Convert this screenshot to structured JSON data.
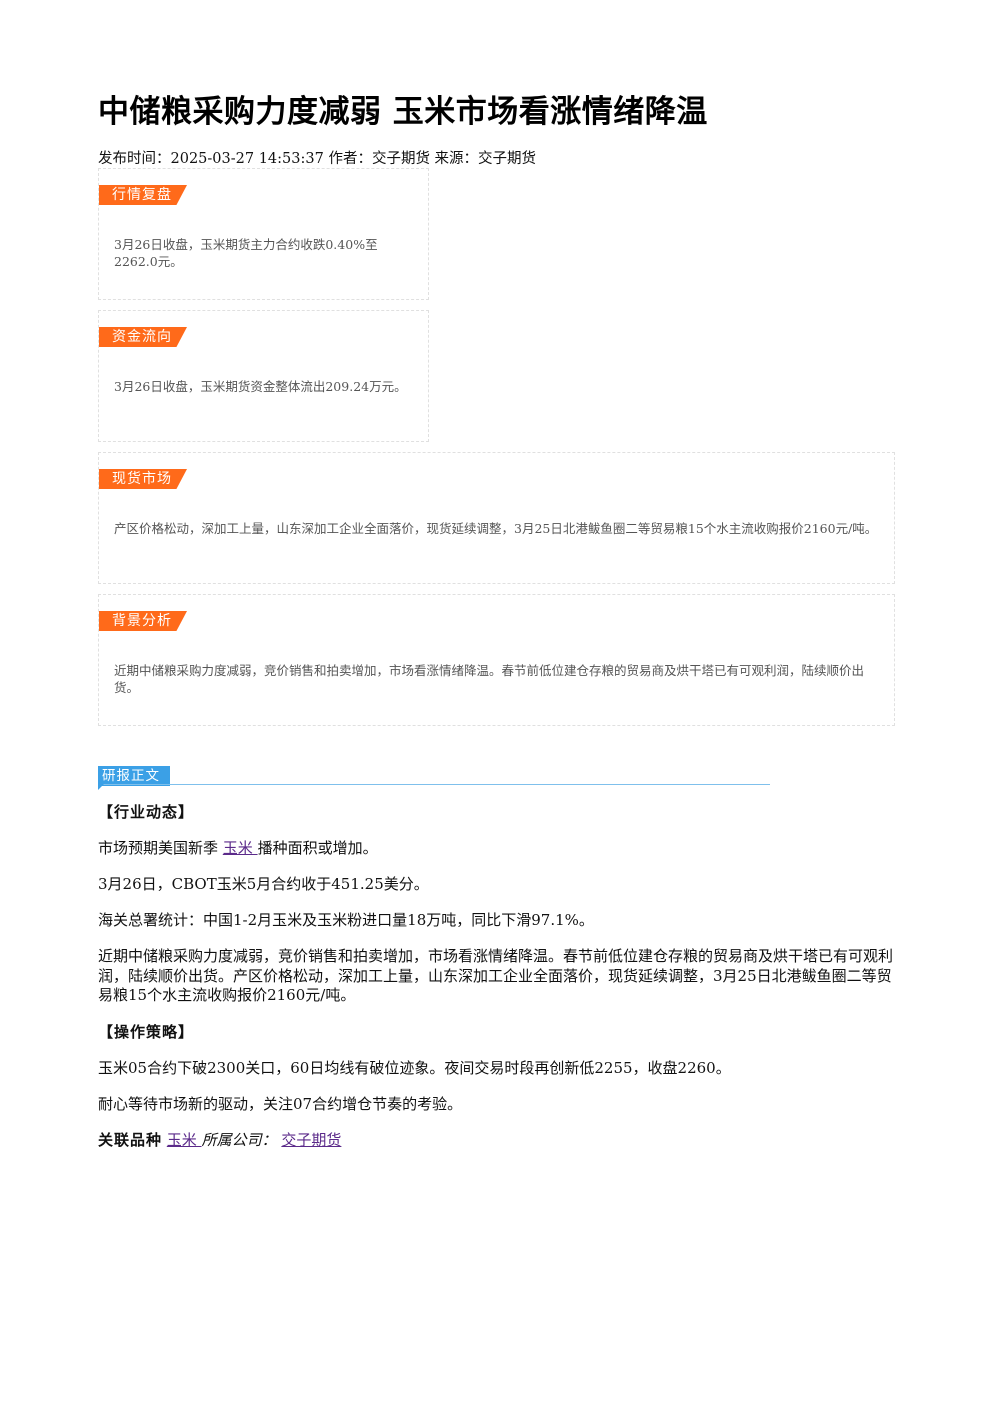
{
  "article": {
    "title": "中储粮采购力度减弱 玉米市场看涨情绪降温",
    "meta": "发布时间：2025-03-27 14:53:37 作者：交子期货 来源：交子期货"
  },
  "cards": [
    {
      "tag": "行情复盘",
      "text": "3月26日收盘，玉米期货主力合约收跌0.40%至2262.0元。"
    },
    {
      "tag": "资金流向",
      "text": "3月26日收盘，玉米期货资金整体流出209.24万元。"
    },
    {
      "tag": "现货市场",
      "text": "产区价格松动，深加工上量，山东深加工企业全面落价，现货延续调整，3月25日北港鲅鱼圈二等贸易粮15个水主流收购报价2160元/吨。"
    },
    {
      "tag": "背景分析",
      "text": "近期中储粮采购力度减弱，竞价销售和拍卖增加，市场看涨情绪降温。春节前低位建仓存粮的贸易商及烘干塔已有可观利润，陆续顺价出货。"
    }
  ],
  "report": {
    "tag": "研报正文",
    "industry_heading": "【行业动态】",
    "p1_before": "市场预期美国新季 ",
    "p1_link": "玉米 ",
    "p1_after": "播种面积或增加。",
    "p2": "3月26日，CBOT玉米5月合约收于451.25美分。",
    "p3": "海关总署统计：中国1-2月玉米及玉米粉进口量18万吨，同比下滑97.1%。",
    "p4": "近期中储粮采购力度减弱，竞价销售和拍卖增加，市场看涨情绪降温。春节前低位建仓存粮的贸易商及烘干塔已有可观利润，陆续顺价出货。产区价格松动，深加工上量，山东深加工企业全面落价，现货延续调整，3月25日北港鲅鱼圈二等贸易粮15个水主流收购报价2160元/吨。",
    "strategy_heading": "【操作策略】",
    "p5": "玉米05合约下破2300关口，60日均线有破位迹象。夜间交易时段再创新低2255，收盘2260。",
    "p6": "耐心等待市场新的驱动，关注07合约增仓节奏的考验。",
    "related_label": "关联品种",
    "related_link": "玉米 ",
    "company_label": "所属公司：",
    "company_link": "交子期货"
  }
}
